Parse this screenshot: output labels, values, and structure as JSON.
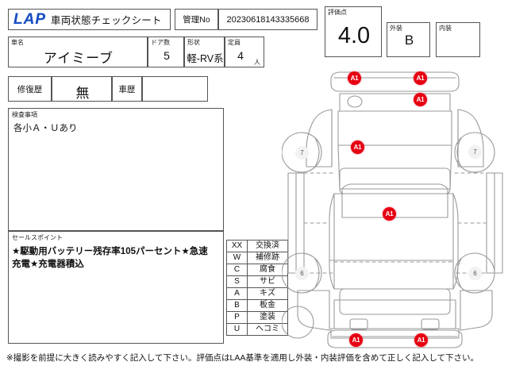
{
  "header": {
    "logo_text": "LAP",
    "title": "車両状態チェックシート",
    "kanri_label": "管理No",
    "kanri_value": "20230618143335668"
  },
  "rating": {
    "score_label": "評価点",
    "score_value": "4.0",
    "exterior_label": "外装",
    "exterior_value": "B",
    "interior_label": "内装",
    "interior_value": ""
  },
  "vehicle": {
    "name_label": "車名",
    "name_value": "アイミーブ",
    "doors_label": "ドア数",
    "doors_value": "5",
    "shape_label": "形状",
    "shape_value": "軽-RV系",
    "seats_label": "定員",
    "seats_value": "4",
    "seats_unit": "人"
  },
  "repair": {
    "repair_label": "修復歴",
    "repair_value": "無",
    "history_label": "車歴",
    "history_value": ""
  },
  "inspection": {
    "label": "検査事項",
    "text": "各小Ａ・Ｕあり"
  },
  "sales": {
    "label": "セールスポイント",
    "text": "★駆動用バッテリー残存率105パーセント★急速充電★充電器積込"
  },
  "legend": {
    "rows": [
      {
        "code": "XX",
        "desc": "交換済"
      },
      {
        "code": "W",
        "desc": "補修跡"
      },
      {
        "code": "C",
        "desc": "腐食"
      },
      {
        "code": "S",
        "desc": "サビ"
      },
      {
        "code": "A",
        "desc": "キズ"
      },
      {
        "code": "B",
        "desc": "板金"
      },
      {
        "code": "P",
        "desc": "塗装"
      },
      {
        "code": "U",
        "desc": "ヘコミ"
      }
    ]
  },
  "footer": {
    "note": "※撮影を前提に大きく読みやすく記入して下さい。評価点はLAA基準を適用し外装・内装評価を含めて正しく記入して下さい。"
  },
  "diagram": {
    "damage_markers": [
      {
        "id": "front-bumper-left",
        "label": "A1"
      },
      {
        "id": "front-bumper-right",
        "label": "A1"
      },
      {
        "id": "hood-right",
        "label": "A1"
      },
      {
        "id": "fender-left",
        "label": "A1"
      },
      {
        "id": "roof-center",
        "label": "A1"
      },
      {
        "id": "rear-bumper-left",
        "label": "A1"
      },
      {
        "id": "rear-bumper-right",
        "label": "A1"
      }
    ],
    "tire_grades": [
      {
        "id": "front-left",
        "value": "7"
      },
      {
        "id": "front-right",
        "value": "7"
      },
      {
        "id": "rear-left",
        "value": "6"
      },
      {
        "id": "rear-right",
        "value": "6"
      }
    ]
  },
  "colors": {
    "marker_red": "#e60012",
    "logo_blue": "#1a4fc4",
    "outline_gray": "#9a9a9a"
  }
}
